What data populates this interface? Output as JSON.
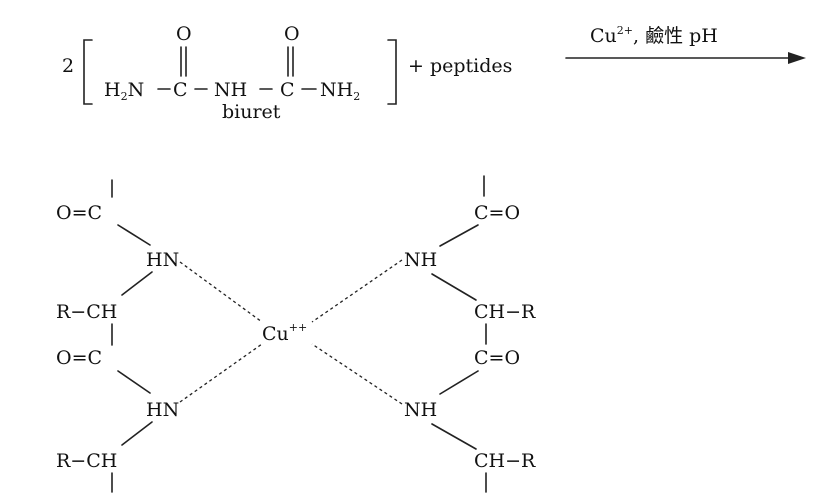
{
  "reaction": {
    "coefficient": "2",
    "biuret": {
      "h2n": "H",
      "h2n_sub": "2",
      "h2n_tail": "N",
      "c1": "C",
      "nh": "NH",
      "c2": "C",
      "nh2": "NH",
      "nh2_sub": "2",
      "o1": "O",
      "o2": "O",
      "name": "biuret"
    },
    "plus_peptides": "+ peptides",
    "arrow_label_cu": "Cu",
    "arrow_label_charge": "2+",
    "arrow_label_cond": ", 鹼性 pH"
  },
  "complex": {
    "center": "Cu",
    "center_charge": "++",
    "left": {
      "co_top": "O=C",
      "hn_top": "HN",
      "r_ch_1": "R−CH",
      "co_mid": "O=C",
      "hn_bottom": "HN",
      "r_ch_2": "R−CH"
    },
    "right": {
      "co_top": "C=O",
      "nh_top": "NH",
      "ch_r_1": "CH−R",
      "co_mid": "C=O",
      "nh_bottom": "NH",
      "ch_r_2": "CH−R"
    }
  }
}
